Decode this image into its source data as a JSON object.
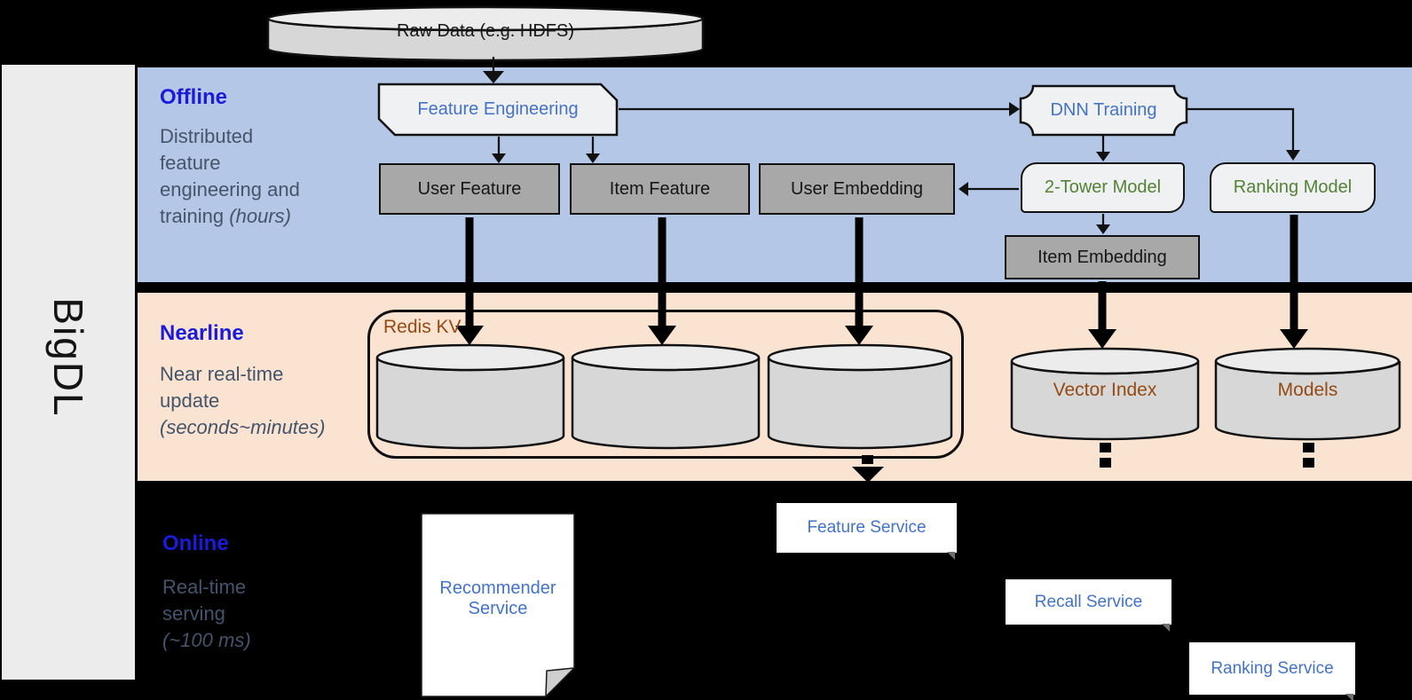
{
  "brand": {
    "label": "BigDL"
  },
  "bands": {
    "offline": {
      "title": "Offline",
      "lines": [
        "Distributed",
        "feature",
        "engineering and"
      ],
      "tail": "training ",
      "tail_italic": "(hours)"
    },
    "nearline": {
      "title": "Nearline",
      "lines": [
        "Near real-time",
        "update"
      ],
      "tail": "",
      "tail_italic": "(seconds~minutes)"
    },
    "online": {
      "title": "Online",
      "lines": [
        "Real-time",
        "serving"
      ],
      "tail": "",
      "tail_italic": "(~100 ms)"
    }
  },
  "nodes": {
    "raw_data": {
      "label": "Raw Data (e.g. HDFS)"
    },
    "feature_engineering": {
      "label": "Feature Engineering"
    },
    "dnn_training": {
      "label": "DNN Training"
    },
    "user_feature": {
      "label": "User Feature"
    },
    "item_feature": {
      "label": "Item Feature"
    },
    "user_embedding": {
      "label": "User Embedding"
    },
    "two_tower_model": {
      "label": "2-Tower Model"
    },
    "ranking_model": {
      "label": "Ranking Model"
    },
    "item_embedding": {
      "label": "Item Embedding"
    },
    "redis_kv": {
      "label": "Redis KV"
    },
    "vector_index": {
      "label": "Vector Index"
    },
    "models": {
      "label": "Models"
    },
    "recommender_service": {
      "label": "Recommender Service"
    },
    "feature_service": {
      "label": "Feature Service"
    },
    "recall_service": {
      "label": "Recall Service"
    },
    "ranking_service": {
      "label": "Ranking Service"
    }
  },
  "colors": {
    "band_offline_bg": "#b4c7e7",
    "band_nearline_bg": "#fbe3d2",
    "band_online_bg": "#000000",
    "band_title_blue": "#1b1bd8",
    "subtitle_gray": "#44546a",
    "process_text_blue": "#4472c4",
    "model_text_green": "#548235",
    "storage_text_brown": "#954a14",
    "node_gray_fill": "#a8a8a8",
    "node_light_fill": "#f0f1f3",
    "cylinder_fill": "#d7d7d7",
    "sidebar_fill": "#ececec"
  }
}
